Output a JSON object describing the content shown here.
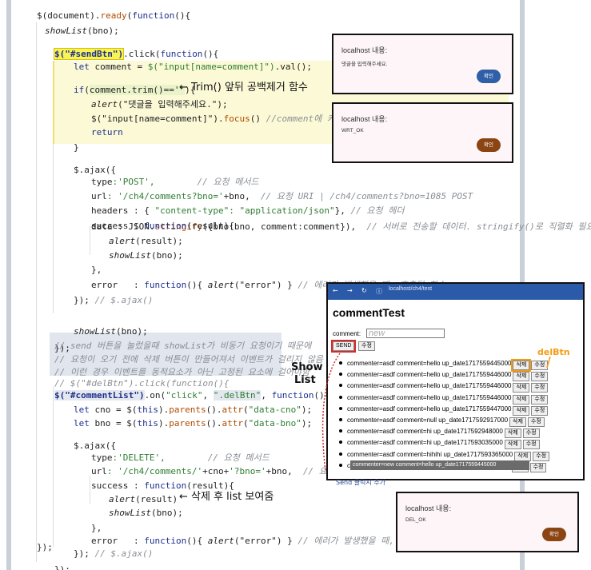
{
  "code_lines": [
    {
      "segments": [
        {
          "t": "$(document).",
          "c": "plain"
        },
        {
          "t": "ready",
          "c": "fn"
        },
        {
          "t": "(",
          "c": "plain"
        },
        {
          "t": "function",
          "c": "kw"
        },
        {
          "t": "(){",
          "c": "plain"
        }
      ]
    },
    {
      "segments": [
        {
          "t": "showList",
          "c": "plain ital"
        },
        {
          "t": "(bno);",
          "c": "plain"
        }
      ]
    },
    {
      "segments": []
    },
    {
      "segments": [
        {
          "t": "$(\"#sendBtn\")",
          "c": "hl-yellow kw bold"
        },
        {
          "t": ".click(",
          "c": "plain"
        },
        {
          "t": "function",
          "c": "kw"
        },
        {
          "t": "(){",
          "c": "plain"
        }
      ]
    },
    {
      "segments": [
        {
          "t": "let ",
          "c": "kw"
        },
        {
          "t": "comment",
          "c": "plain"
        },
        {
          "t": " = ",
          "c": "plain"
        },
        {
          "t": "$(\"input[name=comment]\")",
          "c": "str"
        },
        {
          "t": ".val();",
          "c": "plain"
        }
      ]
    },
    {
      "segments": []
    },
    {
      "segments": [
        {
          "t": "if",
          "c": "kw"
        },
        {
          "t": "(",
          "c": "plain"
        },
        {
          "t": "comment.trim()==''",
          "c": "hl-green plain"
        },
        {
          "t": "){",
          "c": "plain"
        }
      ]
    },
    {
      "segments": [
        {
          "t": "alert",
          "c": "plain ital"
        },
        {
          "t": "(\"댓글을 입력해주세요.\");",
          "c": "plain"
        }
      ]
    },
    {
      "segments": [
        {
          "t": "$(\"input[name=comment]\").",
          "c": "plain"
        },
        {
          "t": "focus",
          "c": "fn"
        },
        {
          "t": "() ",
          "c": "plain"
        },
        {
          "t": "//comment에 커서 포커싱",
          "c": "cm"
        }
      ]
    },
    {
      "segments": [
        {
          "t": "return",
          "c": "kw"
        }
      ]
    },
    {
      "segments": [
        {
          "t": "}",
          "c": "plain"
        }
      ]
    },
    {
      "segments": []
    },
    {
      "segments": [
        {
          "t": "$.ajax({",
          "c": "plain"
        }
      ]
    },
    {
      "segments": [
        {
          "t": "type",
          "c": "plain"
        },
        {
          "t": ":'POST',",
          "c": "str"
        },
        {
          "t": "        // 요청 메서드",
          "c": "cm"
        }
      ]
    },
    {
      "segments": [
        {
          "t": "url",
          "c": "plain"
        },
        {
          "t": ": '/ch4/comments?bno='",
          "c": "str"
        },
        {
          "t": "+bno,  ",
          "c": "plain"
        },
        {
          "t": "// 요청 URI | /ch4/comments?bno=1085 POST",
          "c": "cm"
        }
      ]
    },
    {
      "segments": [
        {
          "t": "headers",
          "c": "plain"
        },
        {
          "t": " : { ",
          "c": "plain"
        },
        {
          "t": "\"content-type\": \"application/json\"",
          "c": "str"
        },
        {
          "t": "}, ",
          "c": "plain"
        },
        {
          "t": "// 요청 헤더",
          "c": "cm"
        }
      ]
    },
    {
      "segments": [
        {
          "t": "data",
          "c": "plain"
        },
        {
          "t": " : JSON.",
          "c": "plain"
        },
        {
          "t": "stringify",
          "c": "fn"
        },
        {
          "t": "({bno:bno, comment:comment}),  ",
          "c": "plain"
        },
        {
          "t": "// 서버로 전송할 데이터. stringify()로 직렬화 필요.",
          "c": "cm"
        }
      ]
    },
    {
      "segments": [
        {
          "t": "success",
          "c": "plain"
        },
        {
          "t": " : ",
          "c": "plain"
        },
        {
          "t": "function",
          "c": "kw"
        },
        {
          "t": "(result){",
          "c": "plain"
        }
      ]
    },
    {
      "segments": [
        {
          "t": "alert",
          "c": "plain ital"
        },
        {
          "t": "(result);",
          "c": "plain"
        }
      ]
    },
    {
      "segments": [
        {
          "t": "showList",
          "c": "plain ital"
        },
        {
          "t": "(bno);",
          "c": "plain"
        }
      ]
    },
    {
      "segments": [
        {
          "t": "},",
          "c": "plain"
        }
      ]
    },
    {
      "segments": [
        {
          "t": "error",
          "c": "plain"
        },
        {
          "t": "   : ",
          "c": "plain"
        },
        {
          "t": "function",
          "c": "kw"
        },
        {
          "t": "(){ ",
          "c": "plain"
        },
        {
          "t": "alert",
          "c": "plain ital"
        },
        {
          "t": "(\"error\") } ",
          "c": "plain"
        },
        {
          "t": "// 에러가 발생했을 때, 호출될 함수",
          "c": "cm"
        }
      ]
    },
    {
      "segments": [
        {
          "t": "}); ",
          "c": "plain"
        },
        {
          "t": "// $.ajax()",
          "c": "cm"
        }
      ]
    },
    {
      "segments": []
    },
    {
      "segments": [
        {
          "t": "showList",
          "c": "plain ital"
        },
        {
          "t": "(bno);",
          "c": "plain"
        }
      ]
    },
    {
      "segments": [
        {
          "t": "});",
          "c": "plain"
        }
      ]
    },
    {
      "segments": []
    },
    {
      "segments": [
        {
          "t": "// send 버튼을 눌렀을때 showList가 비동기 요청이기 때문에",
          "c": "cm"
        }
      ]
    },
    {
      "segments": [
        {
          "t": "// 요청이 오기 전에 삭제 버튼이 만들어져서 이벤트가 걸리지 않음",
          "c": "cm"
        }
      ]
    },
    {
      "segments": [
        {
          "t": "// 이런 경우 이벤트를 동적요소가 아닌 고정된 요소에 걸어야함",
          "c": "cm"
        }
      ]
    },
    {
      "segments": [
        {
          "t": "// $(\"#delBtn\").click(function(){",
          "c": "cm"
        }
      ]
    },
    {
      "segments": [
        {
          "t": "$(\"#commentList\")",
          "c": "hl-grey kw bold"
        },
        {
          "t": ".on(",
          "c": "plain"
        },
        {
          "t": "\"click\"",
          "c": "str"
        },
        {
          "t": ", ",
          "c": "plain"
        },
        {
          "t": "\".delBtn\"",
          "c": "hl-grey str"
        },
        {
          "t": ", ",
          "c": "plain"
        },
        {
          "t": "function",
          "c": "kw"
        },
        {
          "t": "(){",
          "c": "plain"
        }
      ]
    },
    {
      "segments": [
        {
          "t": "let ",
          "c": "kw"
        },
        {
          "t": "cno = $(",
          "c": "plain"
        },
        {
          "t": "this",
          "c": "kw"
        },
        {
          "t": ").",
          "c": "plain"
        },
        {
          "t": "parents",
          "c": "fn"
        },
        {
          "t": "().",
          "c": "plain"
        },
        {
          "t": "attr",
          "c": "fn"
        },
        {
          "t": "(",
          "c": "plain"
        },
        {
          "t": "\"data-cno\"",
          "c": "str"
        },
        {
          "t": ");",
          "c": "plain"
        }
      ]
    },
    {
      "segments": [
        {
          "t": "let ",
          "c": "kw"
        },
        {
          "t": "bno = $(",
          "c": "plain"
        },
        {
          "t": "this",
          "c": "kw"
        },
        {
          "t": ").",
          "c": "plain"
        },
        {
          "t": "parents",
          "c": "fn"
        },
        {
          "t": "().",
          "c": "plain"
        },
        {
          "t": "attr",
          "c": "fn"
        },
        {
          "t": "(",
          "c": "plain"
        },
        {
          "t": "\"data-bno\"",
          "c": "str"
        },
        {
          "t": ");",
          "c": "plain"
        }
      ]
    },
    {
      "segments": []
    },
    {
      "segments": [
        {
          "t": "$.ajax({",
          "c": "plain"
        }
      ]
    },
    {
      "segments": [
        {
          "t": "type",
          "c": "plain"
        },
        {
          "t": ":'DELETE',",
          "c": "str"
        },
        {
          "t": "        // 요청 메서드",
          "c": "cm"
        }
      ]
    },
    {
      "segments": [
        {
          "t": "url",
          "c": "plain"
        },
        {
          "t": ": '/ch4/comments/'",
          "c": "str"
        },
        {
          "t": "+cno+",
          "c": "plain"
        },
        {
          "t": "'?bno='",
          "c": "str"
        },
        {
          "t": "+bno,  ",
          "c": "plain"
        },
        {
          "t": "// 요청 URI",
          "c": "cm"
        }
      ]
    },
    {
      "segments": [
        {
          "t": "success",
          "c": "plain"
        },
        {
          "t": " : ",
          "c": "plain"
        },
        {
          "t": "function",
          "c": "kw"
        },
        {
          "t": "(result){",
          "c": "plain"
        }
      ]
    },
    {
      "segments": [
        {
          "t": "alert",
          "c": "plain ital"
        },
        {
          "t": "(result)",
          "c": "plain"
        }
      ]
    },
    {
      "segments": [
        {
          "t": "showList",
          "c": "plain ital"
        },
        {
          "t": "(bno);",
          "c": "plain"
        }
      ]
    },
    {
      "segments": [
        {
          "t": "},",
          "c": "plain"
        }
      ]
    },
    {
      "segments": [
        {
          "t": "error",
          "c": "plain"
        },
        {
          "t": "   : ",
          "c": "plain"
        },
        {
          "t": "function",
          "c": "kw"
        },
        {
          "t": "(){ ",
          "c": "plain"
        },
        {
          "t": "alert",
          "c": "plain ital"
        },
        {
          "t": "(\"error\") } ",
          "c": "plain"
        },
        {
          "t": "// 에러가 발생했을 때, 호출될 함수",
          "c": "cm"
        }
      ]
    },
    {
      "segments": [
        {
          "t": "}); ",
          "c": "plain"
        },
        {
          "t": "// $.ajax()",
          "c": "cm"
        }
      ]
    },
    {
      "segments": [
        {
          "t": "});",
          "c": "plain"
        }
      ]
    },
    {
      "segments": [
        {
          "t": "});",
          "c": "plain"
        }
      ]
    }
  ],
  "dialogs": {
    "empty_comment": {
      "title": "localhost 내용:",
      "message": "댓글을 입력해주세요.",
      "button": "확인"
    },
    "write_ok": {
      "title": "localhost 내용:",
      "message": "WRT_OK",
      "button": "확인"
    },
    "delete_ok": {
      "title": "localhost 내용:",
      "message": "DEL_OK",
      "button": "확인"
    }
  },
  "browser": {
    "url": "localhost/ch4/test",
    "page_title": "commentTest",
    "comment_label": "comment:",
    "comment_value": "new",
    "send_label": "SEND",
    "edit_label": "수정",
    "delete_label": "삭제",
    "comments": [
      "commenter=asdf comment=hello up_date1717559445000",
      "commenter=asdf comment=hello up_date1717559446000",
      "commenter=asdf comment=hello up_date1717559446000",
      "commenter=asdf comment=hello up_date1717559446000",
      "commenter=asdf comment=hello up_date1717559447000",
      "commenter=asdf comment=null up_date1717592917000",
      "commenter=asdf comment=hi up_date1717592948000",
      "commenter=asdf comment=hi up_date1717593035000",
      "commenter=asdf comment=hihihi up_date1717593365000",
      "commenter=asdf comment=asdf up_date1717901881000"
    ],
    "tooltip": "commenter=new comment=hello up_date1717559445000"
  },
  "annotations": {
    "trim_note": "← Trim() 앞뒤 공백제거 함수",
    "delbtn_note": "delBtn",
    "showlist_note_1": "Show",
    "showlist_note_2": "List",
    "send_note": "Send 클릭시 추가",
    "after_delete_note": "← 삭제 후 list 보여줌"
  },
  "colors": {
    "accent_dialog_button": "#2f5fa6",
    "ok_button_brown": "#8b4513",
    "annotation_orange": "#f39c12",
    "annotation_red": "#d62b2b"
  }
}
